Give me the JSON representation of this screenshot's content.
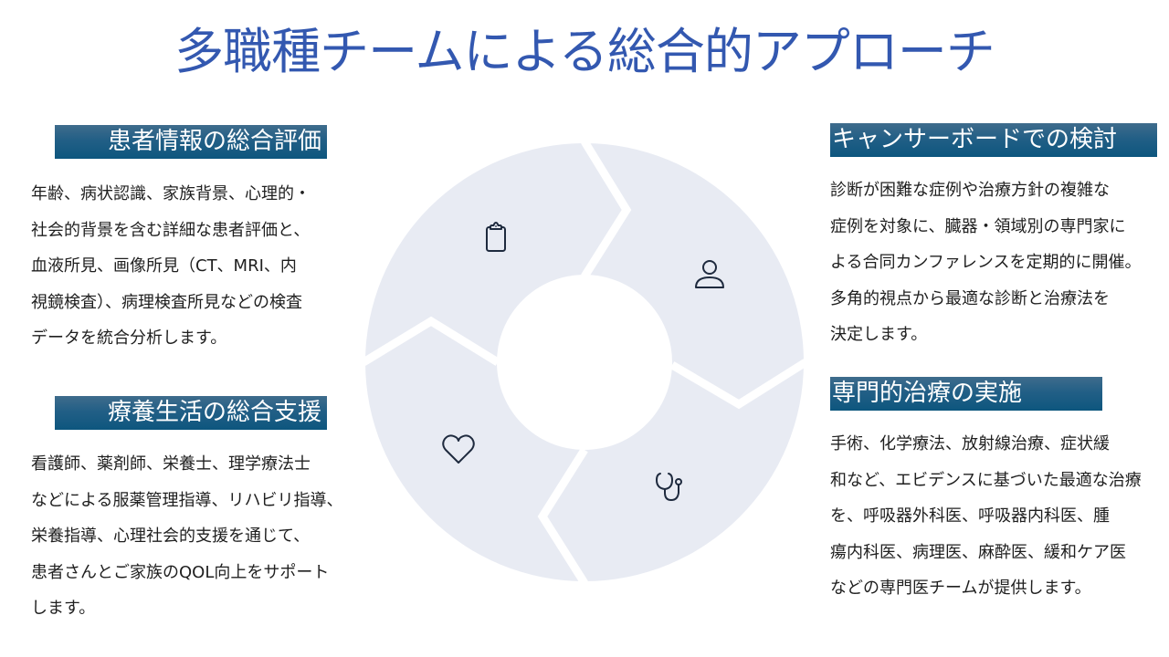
{
  "title": "多職種チームによる総合的アプローチ",
  "colors": {
    "title": "#3358b0",
    "header_bg_top": "#3f6c8c",
    "header_bg_bottom": "#0d567e",
    "ring_fill": "#e8ebf3",
    "icon_stroke": "#1e2a3e",
    "body_text": "#1f1f1f"
  },
  "sections": {
    "patient_assessment": {
      "heading": "患者情報の総合評価",
      "lines": [
        "年齢、病状認識、家族背景、心理的・",
        "社会的背景を含む詳細な患者評価と、",
        "血液所見、画像所見（CT、MRI、内",
        "視鏡検査）、病理検査所見などの検査",
        "データを統合分析します。"
      ]
    },
    "care_support": {
      "heading": "療養生活の総合支援",
      "lines": [
        "看護師、薬剤師、栄養士、理学療法士",
        "などによる服薬管理指導、リハビリ指導、",
        "栄養指導、心理社会的支援を通じて、",
        "患者さんとご家族のQOL向上をサポート",
        "します。"
      ]
    },
    "cancer_board": {
      "heading": "キャンサーボードでの検討",
      "lines": [
        "診断が困難な症例や治療方針の複雑な",
        "症例を対象に、臓器・領域別の専門家に",
        "よる合同カンファレンスを定期的に開催。",
        "多角的視点から最適な診断と治療法を",
        "決定します。"
      ]
    },
    "specialized_treatment": {
      "heading": "専門的治療の実施",
      "lines": [
        "手術、化学療法、放射線治療、症状緩",
        "和など、エビデンスに基づいた最適な治療",
        "を、呼吸器外科医、呼吸器内科医、腫",
        "瘍内科医、病理医、麻酔医、緩和ケア医",
        "などの専門医チームが提供します。"
      ]
    }
  },
  "diagram": {
    "type": "cycle-ring",
    "segments": [
      {
        "position": "top-left",
        "icon": "clipboard-icon",
        "linked_section": "患者情報の総合評価"
      },
      {
        "position": "top-right",
        "icon": "person-icon",
        "linked_section": "キャンサーボードでの検討"
      },
      {
        "position": "bottom-right",
        "icon": "stethoscope-icon",
        "linked_section": "専門的治療の実施"
      },
      {
        "position": "bottom-left",
        "icon": "heart-icon",
        "linked_section": "療養生活の総合支援"
      }
    ]
  }
}
